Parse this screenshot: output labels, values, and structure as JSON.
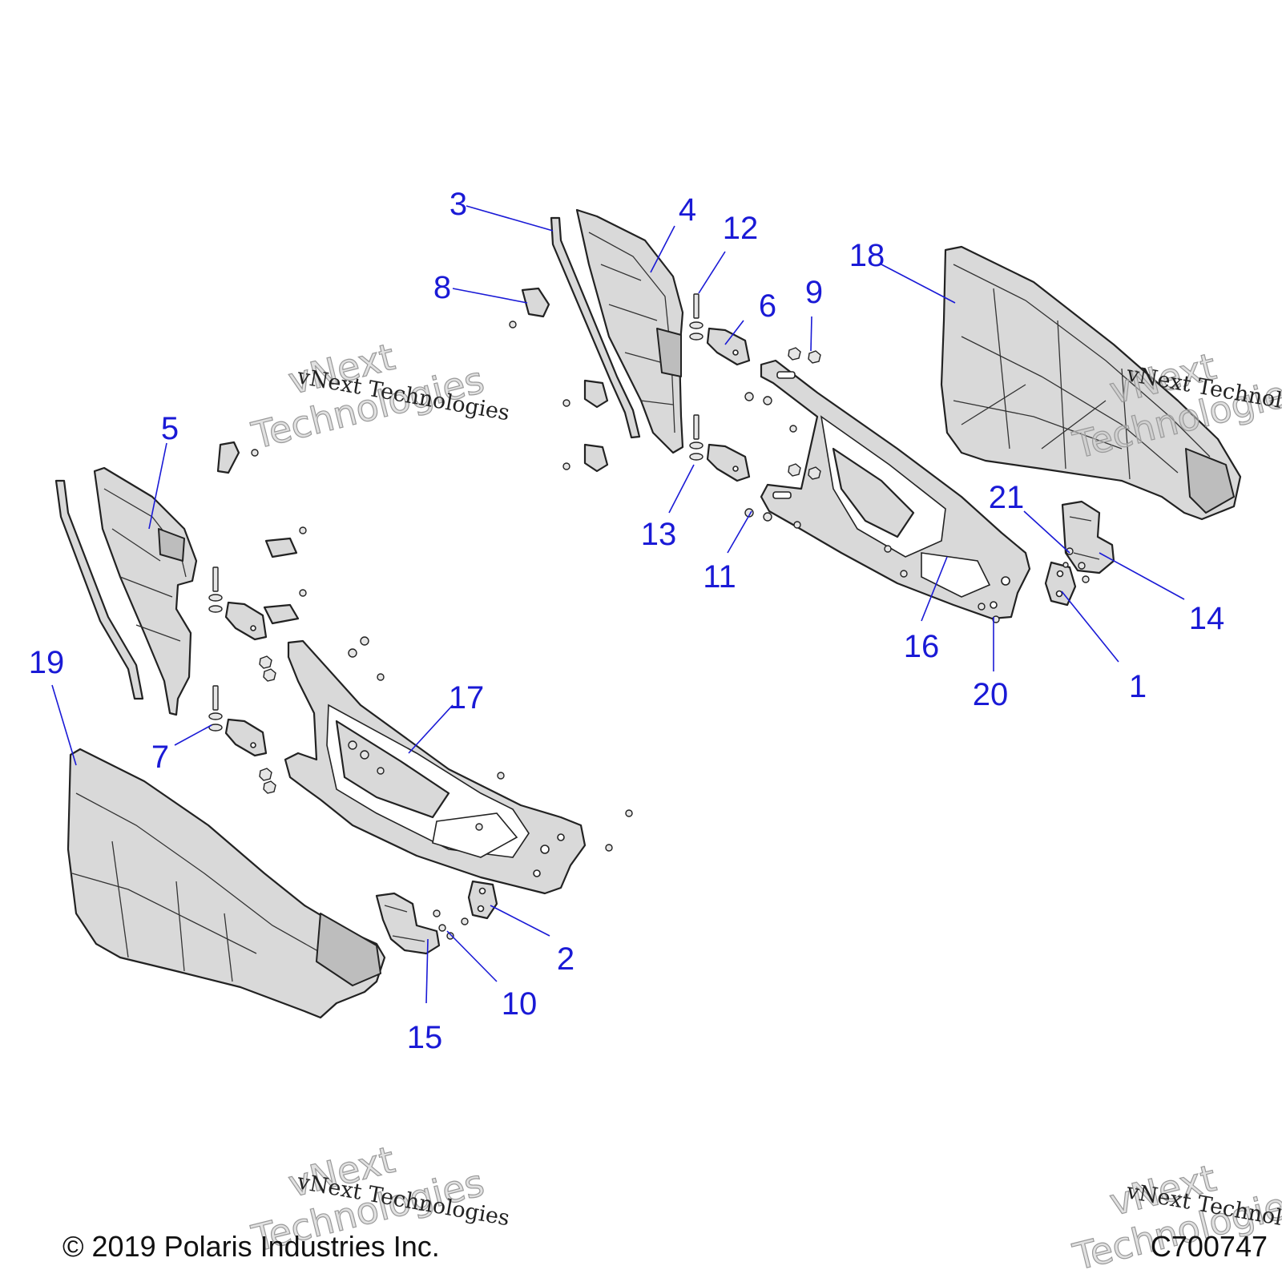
{
  "callouts": [
    {
      "label": "1"
    },
    {
      "label": "2"
    },
    {
      "label": "3"
    },
    {
      "label": "4"
    },
    {
      "label": "5"
    },
    {
      "label": "6"
    },
    {
      "label": "7"
    },
    {
      "label": "8"
    },
    {
      "label": "9"
    },
    {
      "label": "10"
    },
    {
      "label": "11"
    },
    {
      "label": "12"
    },
    {
      "label": "13"
    },
    {
      "label": "14"
    },
    {
      "label": "15"
    },
    {
      "label": "16"
    },
    {
      "label": "17"
    },
    {
      "label": "18"
    },
    {
      "label": "19"
    },
    {
      "label": "20"
    },
    {
      "label": "21"
    }
  ],
  "watermark": {
    "line1": "vNext",
    "line2": "Technologies",
    "caption": "vNext Technologies"
  },
  "footer": {
    "copyright": "© 2019 Polaris Industries Inc.",
    "figure_id": "C700747"
  },
  "colors": {
    "callout": "#1a1ad6",
    "part_fill": "#d9d9d9",
    "outline": "#222222"
  }
}
